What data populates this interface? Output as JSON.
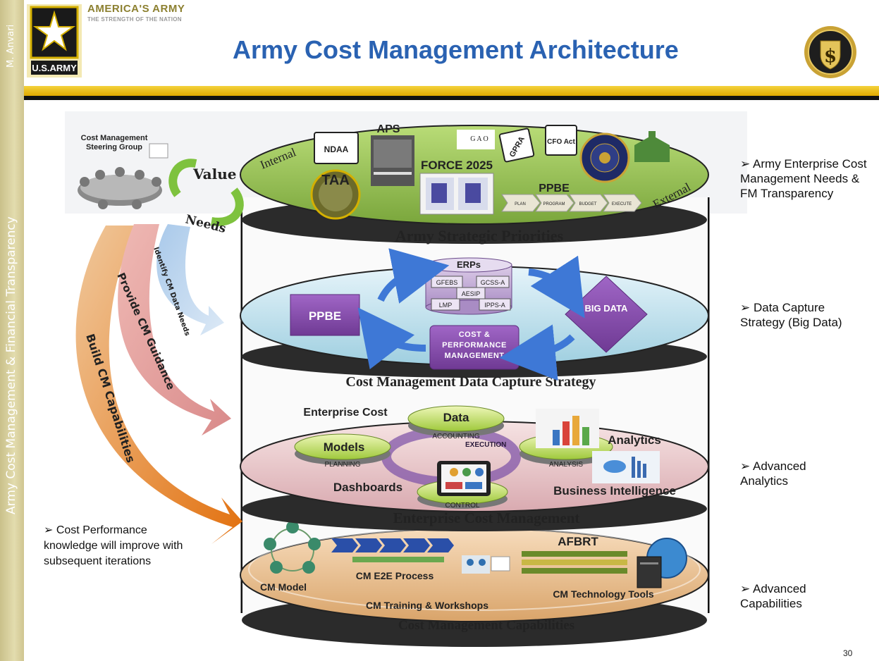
{
  "header": {
    "brand_line1": "AMERICA'S ARMY",
    "brand_line2": "THE STRENGTH OF THE NATION",
    "logo_text": "U.S.ARMY",
    "title": "Army Cost Management Architecture"
  },
  "sidebar": {
    "author": "M. Anvari",
    "title": "Army Cost Management & Financial Transparency"
  },
  "diagram": {
    "steering_group": "Cost Management Steering Group",
    "value": "Value",
    "needs": "Needs",
    "arrows": {
      "identify": "Identify CM Data Needs",
      "provide": "Provide CM Guidance",
      "build": "Build CM Capabilities"
    },
    "tier1": {
      "label": "Army Strategic Priorities",
      "internal": "Internal",
      "external": "External",
      "items": {
        "ndaa": "NDAA",
        "aps": "APS",
        "taa": "TAA",
        "force": "FORCE 2025",
        "gao": "G A O",
        "gpra": "GPRA",
        "cfo": "CFO Act",
        "ppbe": "PPBE"
      },
      "ppbe_steps": [
        "PLAN",
        "PROGRAM",
        "BUDGET",
        "EXECUTE"
      ]
    },
    "tier2": {
      "label": "Cost Management Data Capture Strategy",
      "ppbe": "PPBE",
      "erps": "ERPs",
      "erp_items": [
        "GFEBS",
        "GCSS-A",
        "AESIP",
        "LMP",
        "IPPS-A"
      ],
      "big_data": "BIG DATA",
      "cpm": "COST & PERFORMANCE MANAGEMENT"
    },
    "tier3": {
      "label": "Enterprise Cost Management",
      "enterprise": "Enterprise Cost",
      "models": "Models",
      "planning": "PLANNING",
      "data": "Data",
      "accounting": "ACCOUNTING",
      "analytics": "Analytics",
      "analysis": "ANALYSIS",
      "dashboards": "Dashboards",
      "control": "CONTROL",
      "bi": "Business Intelligence",
      "execution": "EXECUTION"
    },
    "tier4": {
      "label": "Cost Management Capabilities",
      "cm_model": "CM Model",
      "e2e": "CM E2E Process",
      "afbrt": "AFBRT",
      "training": "CM Training & Workshops",
      "tools": "CM Technology Tools"
    }
  },
  "right_notes": [
    "➢ Army Enterprise Cost Management Needs & FM Transparency",
    "➢ Data Capture Strategy (Big Data)",
    "➢ Advanced Analytics",
    "➢  Advanced Capabilities"
  ],
  "left_note": "➢ Cost Performance knowledge will improve  with subsequent iterations",
  "page_number": "30",
  "colors": {
    "title_blue": "#2a62b2",
    "gold": "#e0a800",
    "purple": "#8a4fb0",
    "green_tier": "#8dc04a"
  }
}
